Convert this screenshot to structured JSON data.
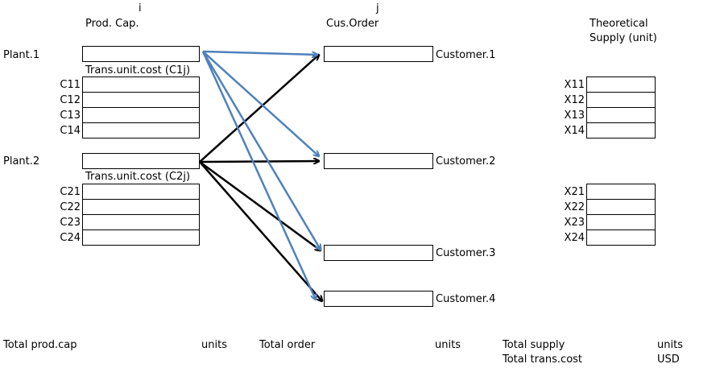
{
  "header": {
    "i_label": "i",
    "j_label": "j",
    "prod_cap": "Prod. Cap.",
    "cus_order": "Cus.Order",
    "theoretical": "Theoretical",
    "supply_unit": "Supply (unit)"
  },
  "plants": [
    {
      "name": "Plant.1",
      "cost_label": "Trans.unit.cost (C1j)",
      "rows": [
        "C11",
        "C12",
        "C13",
        "C14"
      ]
    },
    {
      "name": "Plant.2",
      "cost_label": "Trans.unit.cost (C2j)",
      "rows": [
        "C21",
        "C22",
        "C23",
        "C24"
      ]
    }
  ],
  "customers": [
    "Customer.1",
    "Customer.2",
    "Customer.3",
    "Customer.4"
  ],
  "supply": {
    "plant1": [
      "X11",
      "X12",
      "X13",
      "X14"
    ],
    "plant2": [
      "X21",
      "X22",
      "X23",
      "X24"
    ]
  },
  "footer": {
    "total_prod_cap": "Total prod.cap",
    "units1": "units",
    "total_order": "Total order",
    "units2": "units",
    "total_supply": "Total supply",
    "units3": "units",
    "total_trans_cost": "Total trans.cost",
    "usd": "USD"
  },
  "colors": {
    "plant1_arrows": "#4f81bd",
    "plant2_arrows": "#000000"
  }
}
